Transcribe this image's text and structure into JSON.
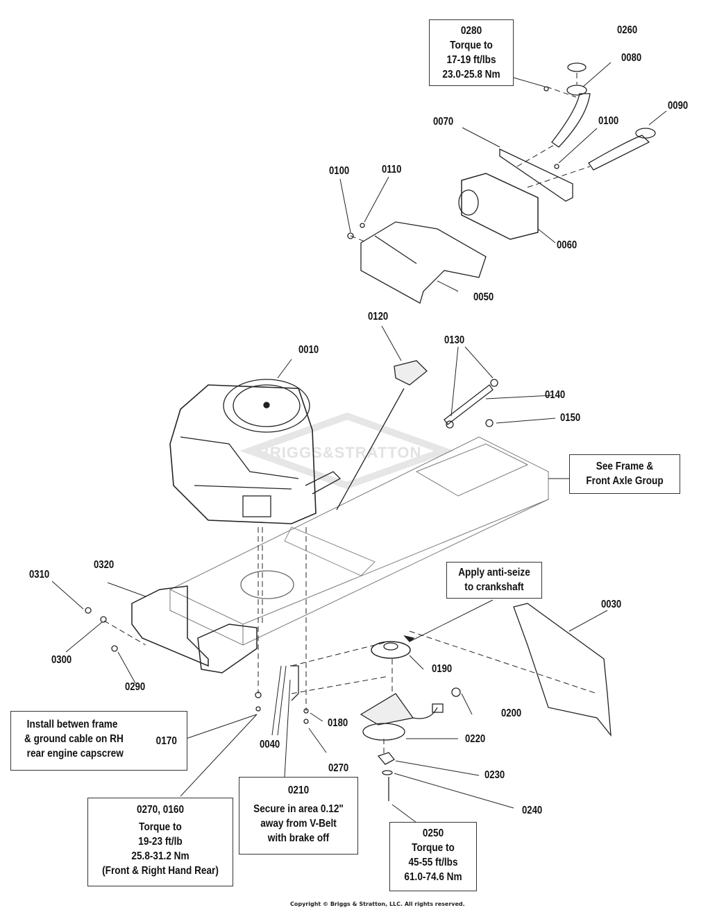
{
  "watermark": "BRIGGS&STRATTON",
  "copyright": "Copyright © Briggs & Stratton, LLC. All rights reserved.",
  "callouts": [
    {
      "id": "0010"
    },
    {
      "id": "0030"
    },
    {
      "id": "0040"
    },
    {
      "id": "0050"
    },
    {
      "id": "0060"
    },
    {
      "id": "0070"
    },
    {
      "id": "0080"
    },
    {
      "id": "0090"
    },
    {
      "id": "0100"
    },
    {
      "id": "0100"
    },
    {
      "id": "0110"
    },
    {
      "id": "0120"
    },
    {
      "id": "0130"
    },
    {
      "id": "0140"
    },
    {
      "id": "0150"
    },
    {
      "id": "0180"
    },
    {
      "id": "0190"
    },
    {
      "id": "0200"
    },
    {
      "id": "0220"
    },
    {
      "id": "0230"
    },
    {
      "id": "0240"
    },
    {
      "id": "0260"
    },
    {
      "id": "0270"
    },
    {
      "id": "0290"
    },
    {
      "id": "0300"
    },
    {
      "id": "0310"
    },
    {
      "id": "0320"
    }
  ],
  "notes": {
    "n0280": {
      "lines": [
        "0280",
        "Torque to",
        "17-19 ft/lbs",
        "23.0-25.8 Nm"
      ]
    },
    "frame": {
      "lines": [
        "See Frame &",
        "Front Axle Group"
      ]
    },
    "antiseize": {
      "lines": [
        "Apply anti-seize",
        "to crankshaft"
      ]
    },
    "n0170": {
      "lines": [
        "Install betwen frame",
        "& ground cable on RH",
        "rear engine capscrew"
      ],
      "part": "0170"
    },
    "n0270": {
      "lines": [
        "0270, 0160",
        "Torque to",
        "19-23 ft/lb",
        "25.8-31.2 Nm",
        "(Front & Right Hand Rear)"
      ]
    },
    "n0210": {
      "lines": [
        "0210",
        "Secure in area 0.12\"",
        "away from V-Belt",
        "with brake off"
      ]
    },
    "n0250": {
      "lines": [
        "0250",
        "Torque to",
        "45-55 ft/lbs",
        "61.0-74.6 Nm"
      ]
    }
  }
}
